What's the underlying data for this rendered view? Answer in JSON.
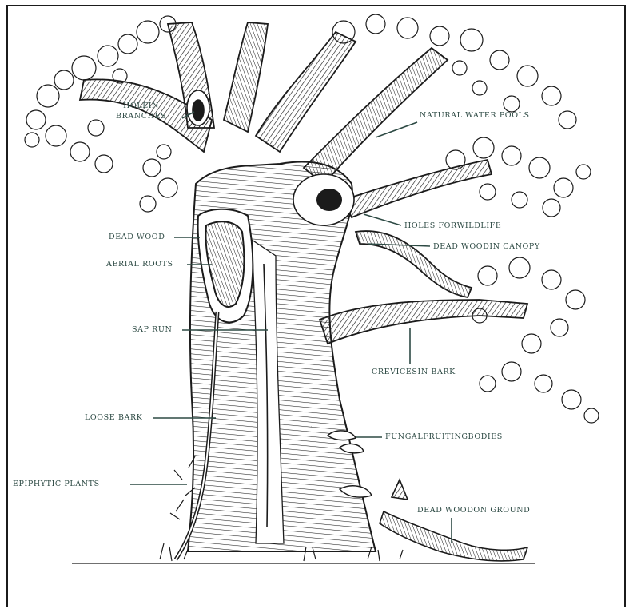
{
  "labels": {
    "hole_in_branches": [
      "HOLEIN",
      "BRANCHES"
    ],
    "natural_water_pools": "NATURAL WATER POOLS",
    "holes_for_wildlife": "HOLES FORWILDLIFE",
    "dead_wood": "DEAD WOOD",
    "dead_wood_in_canopy": "DEAD WOODIN CANOPY",
    "aerial_roots": "AERIAL ROOTS",
    "sap_run": "SAP RUN",
    "crevices_in_bark": "CREVICESIN BARK",
    "loose_bark": "LOOSE BARK",
    "fungal_fruiting_bodies": "FUNGALFRUITINGBODIES",
    "epiphytic_plants": "EPIPHYTIC PLANTS",
    "dead_wood_on_ground": "DEAD WOODON GROUND"
  },
  "colors": {
    "label": "#2d4a44",
    "ink": "#1b1b1b"
  }
}
